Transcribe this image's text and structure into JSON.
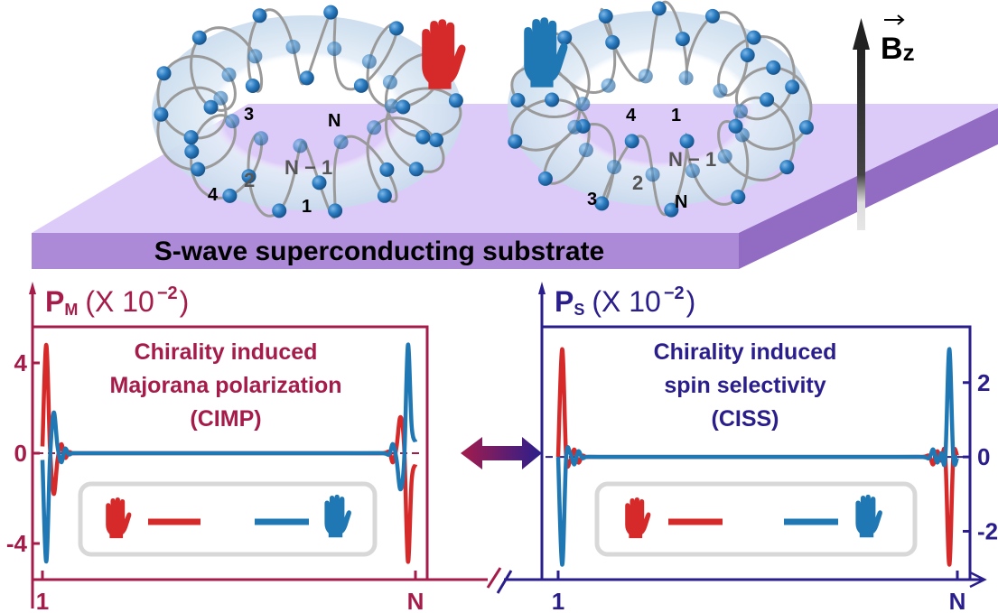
{
  "colors": {
    "majorana": "#A51C4B",
    "spin": "#2A1E8C",
    "left_hand": "#D62A2A",
    "right_hand": "#1F78B4",
    "substrate_top": "#DCCBF8",
    "substrate_front": "#AC8AD8",
    "substrate_side": "#926BC2",
    "legend_border": "#D8D8D8",
    "atom": "#2A7BC0",
    "torus": "#DCE8F4"
  },
  "top": {
    "substrate_label": "S-wave superconducting substrate",
    "field_label": "B",
    "field_subscript": "z",
    "left_helix": {
      "hand": "left-hand",
      "site_labels": [
        "1",
        "2",
        "3",
        "4",
        "N",
        "N − 1"
      ]
    },
    "right_helix": {
      "hand": "right-hand",
      "site_labels": [
        "1",
        "2",
        "3",
        "4",
        "N",
        "N − 1"
      ]
    }
  },
  "chart_data": [
    {
      "type": "line",
      "title": "Chirality induced Majorana polarization (CIMP)",
      "title_lines": [
        "Chirality induced",
        "Majorana polarization",
        "(CIMP)"
      ],
      "ylabel": "P",
      "ylabel_sub": "M",
      "ylabel_unit": "(X 10",
      "ylabel_exp": "−2",
      "ylabel_close": ")",
      "xlabel_ticks": [
        "1",
        "N"
      ],
      "yticks": [
        {
          "value": 4,
          "label": "4"
        },
        {
          "value": 0,
          "label": "0"
        },
        {
          "value": -4,
          "label": "-4"
        }
      ],
      "ylim": [
        -5.6,
        5.6
      ],
      "yaxis_side": "left",
      "legend": [
        {
          "name": "left-handed helix",
          "icon": "left-hand"
        },
        {
          "name": "right-handed helix",
          "icon": "right-hand"
        }
      ],
      "series": [
        {
          "name": "left-handed",
          "color": "#D62A2A",
          "x": [
            0,
            1,
            2,
            3,
            4,
            5,
            6,
            7,
            8,
            10,
            20,
            80,
            90,
            92,
            93,
            94,
            95,
            96,
            97,
            98,
            99
          ],
          "y": [
            0.3,
            4.8,
            0.3,
            -1.8,
            -0.3,
            0.4,
            -0.2,
            0.05,
            0,
            0,
            0,
            0,
            0,
            0.05,
            -0.4,
            0.3,
            1.6,
            0.3,
            -4.8,
            -1.2,
            -0.5
          ]
        },
        {
          "name": "right-handed",
          "color": "#1F78B4",
          "x": [
            0,
            1,
            2,
            3,
            4,
            5,
            6,
            7,
            8,
            10,
            20,
            80,
            90,
            92,
            93,
            94,
            95,
            96,
            97,
            98,
            99
          ],
          "y": [
            -0.3,
            -4.8,
            -0.3,
            1.8,
            0.3,
            -0.4,
            0.2,
            -0.05,
            0,
            0,
            0,
            0,
            0,
            -0.05,
            0.4,
            -0.3,
            -1.6,
            -0.3,
            4.8,
            1.2,
            0.5
          ]
        }
      ]
    },
    {
      "type": "line",
      "title": "Chirality induced spin selectivity (CISS)",
      "title_lines": [
        "Chirality induced",
        "spin selectivity",
        "(CISS)"
      ],
      "ylabel": "P",
      "ylabel_sub": "S",
      "ylabel_unit": "(X 10",
      "ylabel_exp": "−2",
      "ylabel_close": ")",
      "xlabel_ticks": [
        "1",
        "N"
      ],
      "yticks": [
        {
          "value": 2,
          "label": "2"
        },
        {
          "value": 0,
          "label": "0"
        },
        {
          "value": -2,
          "label": "-2"
        }
      ],
      "ylim": [
        -3.3,
        3.5
      ],
      "yaxis_side": "right",
      "legend": [
        {
          "name": "left-handed helix",
          "icon": "left-hand"
        },
        {
          "name": "right-handed helix",
          "icon": "right-hand"
        }
      ],
      "series": [
        {
          "name": "left-handed",
          "color": "#D62A2A",
          "x": [
            0,
            1,
            2,
            3,
            4,
            5,
            6,
            7,
            10,
            20,
            80,
            90,
            92,
            93,
            94,
            95,
            96,
            97,
            98,
            99
          ],
          "y": [
            0,
            2.9,
            0,
            -0.1,
            0.2,
            -0.15,
            0.03,
            0,
            0,
            0,
            0,
            0,
            0.03,
            -0.2,
            0.15,
            -0.1,
            0.05,
            -2.9,
            0,
            0
          ]
        },
        {
          "name": "right-handed",
          "color": "#1F78B4",
          "x": [
            0,
            1,
            2,
            3,
            4,
            5,
            6,
            7,
            10,
            20,
            80,
            90,
            92,
            93,
            94,
            95,
            96,
            97,
            98,
            99
          ],
          "y": [
            0,
            -2.9,
            0,
            0.1,
            -0.2,
            0.15,
            -0.03,
            0,
            0,
            0,
            0,
            0,
            -0.03,
            0.2,
            -0.15,
            0.1,
            -0.05,
            2.9,
            0,
            0
          ]
        }
      ]
    }
  ],
  "middle_arrow": "double-arrow",
  "axis_break": "//"
}
